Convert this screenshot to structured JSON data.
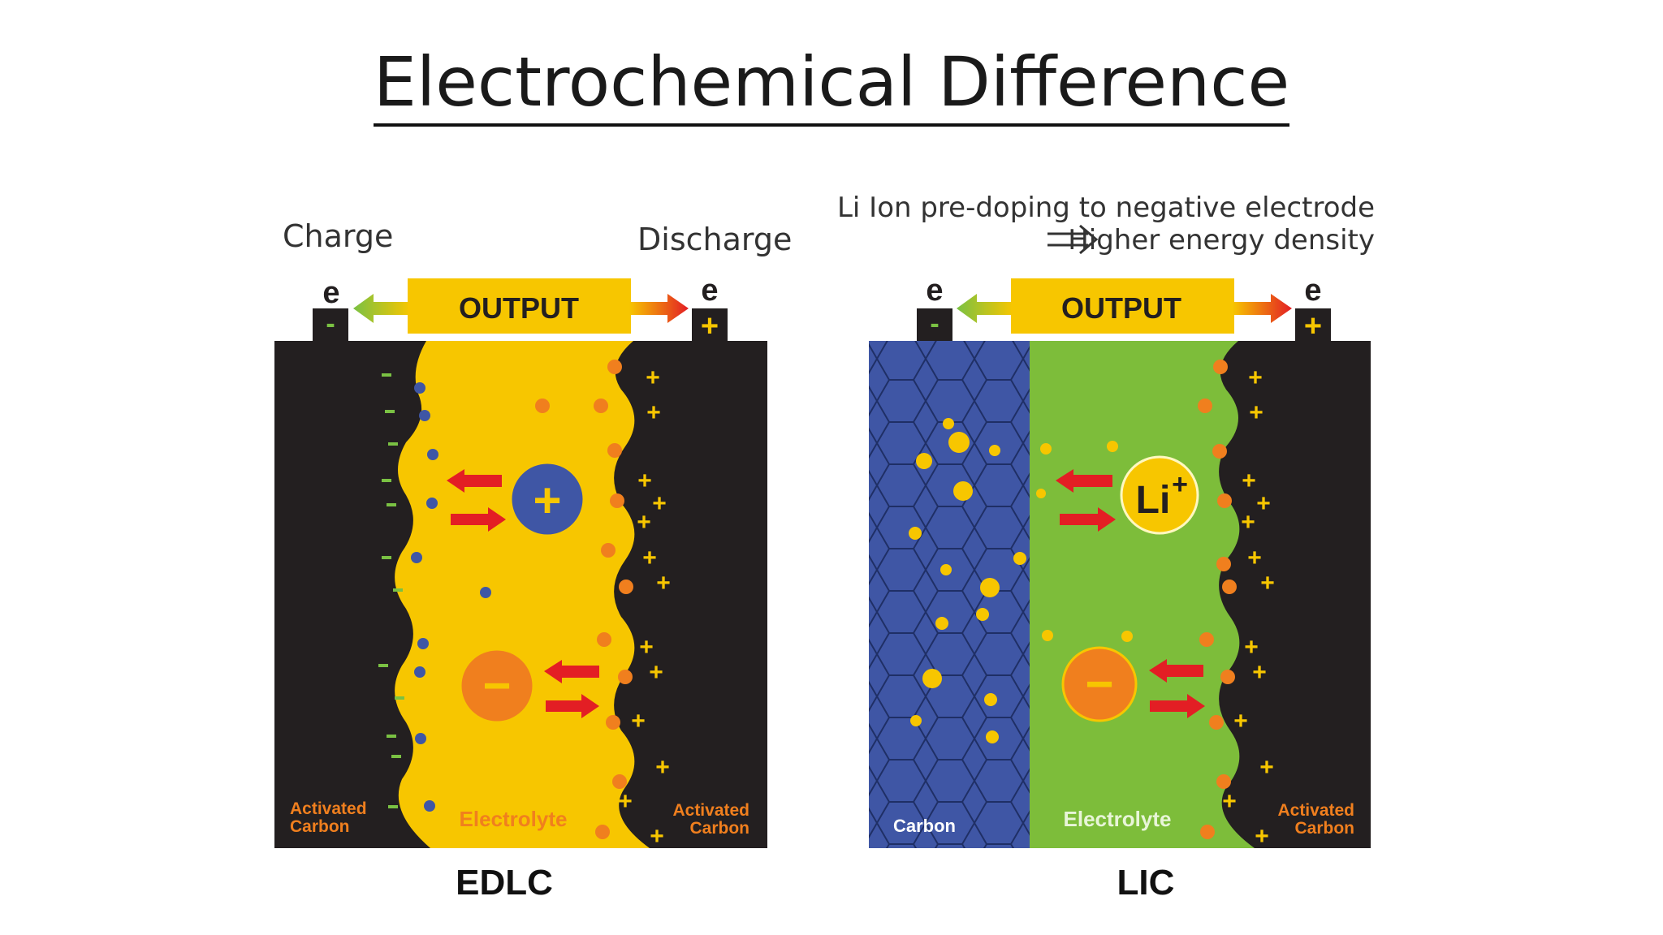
{
  "title": "Electrochemical Difference",
  "edlc": {
    "charge_label": "Charge",
    "discharge_label": "Discharge",
    "output_label": "OUTPUT",
    "terminal_e_left": "e",
    "terminal_e_right": "e",
    "terminal_neg": "-",
    "terminal_pos": "+",
    "left_electrode_label_1": "Activated",
    "left_electrode_label_2": "Carbon",
    "electrolyte_label": "Electrolyte",
    "right_electrode_label_1": "Activated",
    "right_electrode_label_2": "Carbon",
    "cation_symbol": "+",
    "anion_symbol": "−",
    "caption": "EDLC",
    "colors": {
      "electrolyte": "#f7c600",
      "electrode": "#231f20",
      "cation": "#3f56a5",
      "anion": "#f07f1e",
      "arrow": "#e31e24"
    }
  },
  "lic": {
    "note_line_1": "Li Ion pre-doping to negative electrode",
    "note_line_2": "Higher energy density",
    "note_arrow_icon": "double-arrow-icon",
    "output_label": "OUTPUT",
    "terminal_e_left": "e",
    "terminal_e_right": "e",
    "terminal_neg": "-",
    "terminal_pos": "+",
    "left_electrode_label": "Carbon",
    "electrolyte_label": "Electrolyte",
    "right_electrode_label_1": "Activated",
    "right_electrode_label_2": "Carbon",
    "cation_symbol": "Li",
    "cation_superscript": "+",
    "anion_symbol": "−",
    "caption": "LIC",
    "colors": {
      "electrolyte": "#7dbd3a",
      "carbon": "#3f56a5",
      "electrode": "#231f20",
      "lithium": "#f7c600",
      "anion": "#f07f1e",
      "arrow": "#e31e24"
    }
  }
}
